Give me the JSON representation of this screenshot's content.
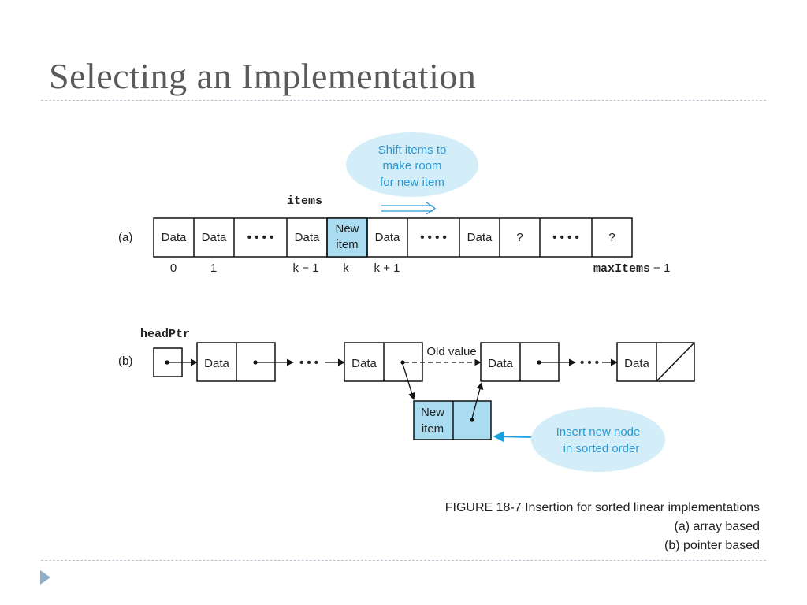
{
  "slide": {
    "title": "Selecting an Implementation"
  },
  "diagram": {
    "array": {
      "label": "items",
      "part_label": "(a)",
      "cells": [
        "Data",
        "Data",
        "• • • •",
        "Data",
        "New item",
        "Data",
        "• • • •",
        "Data",
        "?",
        "• • • •",
        "?"
      ],
      "indices": [
        "0",
        "1",
        "k  − 1",
        "k",
        "k + 1"
      ],
      "max_index_name": "maxItems",
      "max_index_suffix": "− 1",
      "callout": [
        "Shift items to",
        "make room",
        "for new item"
      ]
    },
    "list": {
      "part_label": "(b)",
      "head_label": "headPtr",
      "node_data": [
        "Data",
        "Data",
        "Data",
        "Data"
      ],
      "ellipsis": "• • •",
      "old_value_label": "Old value",
      "new_node": [
        "New",
        "item"
      ],
      "callout": [
        "Insert new node",
        "in sorted order"
      ]
    },
    "colors": {
      "highlight_fill": "#a9dcf1",
      "callout_fill": "#d4eef9",
      "callout_text": "#2a9ad4",
      "arrow_blue": "#1aa0dc"
    }
  },
  "caption": {
    "line1": "FIGURE 18-7 Insertion for sorted linear implementations",
    "line2": "(a) array based",
    "line3": "(b) pointer based"
  },
  "nav": {
    "icon": "play-triangle-icon"
  }
}
